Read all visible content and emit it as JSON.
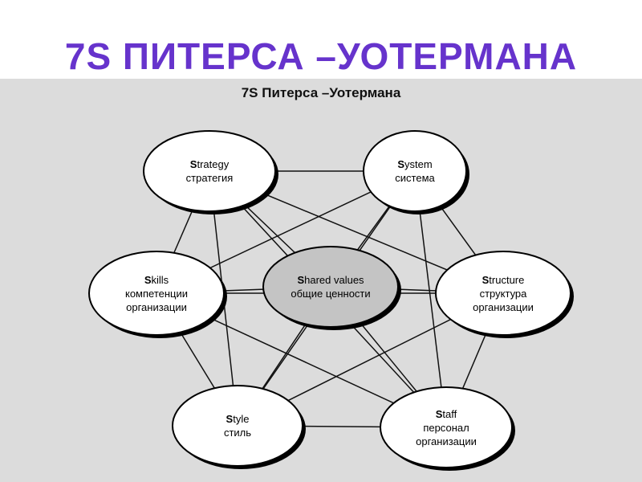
{
  "page": {
    "title": "7S ПИТЕРСА –УОТЕРМАНА",
    "title_color": "#6633cc",
    "panel_title": "7S Питерса –Уотермана",
    "panel_color": "#dcdcdc"
  },
  "diagram": {
    "nodes": [
      {
        "id": "strategy",
        "label_en": "Strategy",
        "lines": [
          "стратегия"
        ]
      },
      {
        "id": "system",
        "label_en": "System",
        "lines": [
          "система"
        ]
      },
      {
        "id": "skills",
        "label_en": "Skills",
        "lines": [
          "компетенции",
          "организации"
        ]
      },
      {
        "id": "shared",
        "label_en": "Shared values",
        "lines": [
          "общие ценности"
        ]
      },
      {
        "id": "structure",
        "label_en": "Structure",
        "lines": [
          "структура",
          "организации"
        ]
      },
      {
        "id": "style",
        "label_en": "Style",
        "lines": [
          "стиль"
        ]
      },
      {
        "id": "staff",
        "label_en": "Staff",
        "lines": [
          "персонал",
          "организации"
        ]
      }
    ],
    "edges": [
      [
        "strategy",
        "system"
      ],
      [
        "strategy",
        "skills"
      ],
      [
        "strategy",
        "shared"
      ],
      [
        "strategy",
        "structure"
      ],
      [
        "strategy",
        "style"
      ],
      [
        "strategy",
        "staff"
      ],
      [
        "system",
        "skills"
      ],
      [
        "system",
        "shared"
      ],
      [
        "system",
        "structure"
      ],
      [
        "system",
        "style"
      ],
      [
        "system",
        "staff"
      ],
      [
        "skills",
        "shared"
      ],
      [
        "skills",
        "structure"
      ],
      [
        "skills",
        "style"
      ],
      [
        "skills",
        "staff"
      ],
      [
        "shared",
        "structure"
      ],
      [
        "shared",
        "style"
      ],
      [
        "shared",
        "staff"
      ],
      [
        "structure",
        "style"
      ],
      [
        "structure",
        "staff"
      ],
      [
        "style",
        "staff"
      ]
    ],
    "node_fill": "#ffffff",
    "center_fill": "#c4c4c4",
    "line_color": "#111111"
  }
}
